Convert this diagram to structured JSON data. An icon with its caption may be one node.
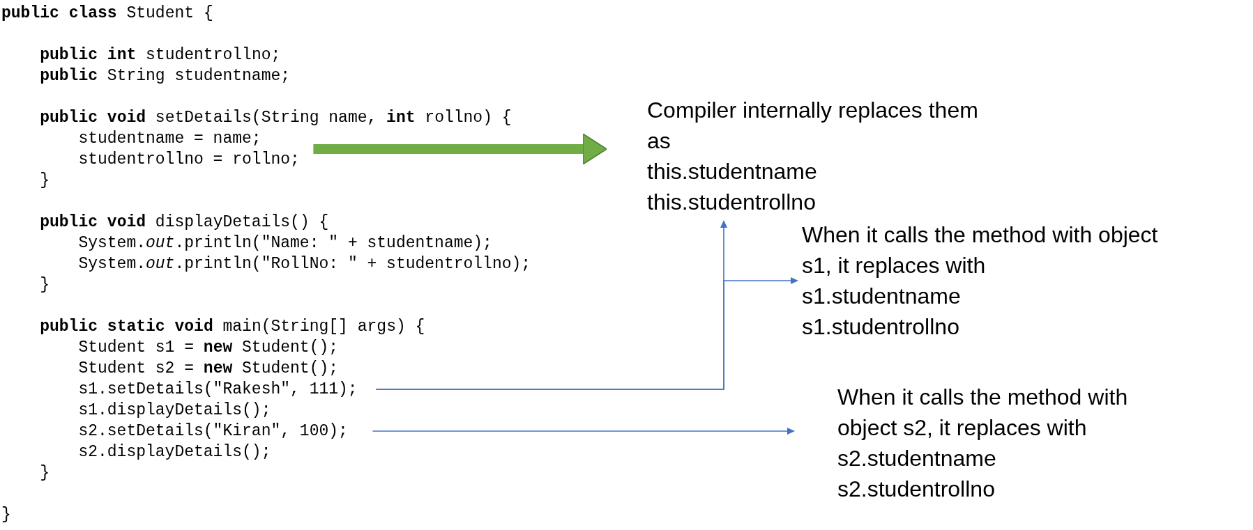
{
  "diagram": {
    "nodes": [
      {
        "text": [
          "studentname = name;",
          "studentrollno = rollno;"
        ]
      },
      {
        "text": [
          "Compiler internally replaces them as",
          "this.studentname",
          "this.studentrollno"
        ]
      },
      {
        "text": [
          "When it calls the method with object s1, it replaces with",
          "s1.studentname",
          "s1.studentrollno"
        ]
      },
      {
        "text": [
          "s1.setDetails(\"Rakesh\", 111);"
        ]
      },
      {
        "text": [
          "When it calls the method with object s2, it replaces with",
          "s2.studentname",
          "s2.studentrollno"
        ]
      },
      {
        "text": [
          "s2.setDetails(\"Kiran\", 100);"
        ]
      }
    ],
    "edges": [
      {
        "from": 0,
        "to": 1,
        "arrow": "to",
        "style": "thick",
        "color": "#70ad47"
      },
      {
        "from": 3,
        "to": 1,
        "arrow": "to"
      },
      {
        "from": 3,
        "to": 2,
        "arrow": "to"
      },
      {
        "from": 5,
        "to": 4,
        "arrow": "to"
      }
    ],
    "labels": [
      "**public** **class** Student {",
      "**public** **int** studentrollno;",
      "**public** String studentname;",
      "**public** **void** setDetails(String name, **int** rollno) {",
      "}",
      "**public** **void** displayDetails() {",
      "System.*out*.println(\"Name: \" + studentname);",
      "System.*out*.println(\"RollNo: \" + studentrollno);",
      "}",
      "**public** **static** **void** main(String[] args) {",
      "Student s1 = **new** Student();",
      "Student s2 = **new** Student();",
      "s1.displayDetails();",
      "s2.displayDetails();",
      "}",
      "}"
    ]
  }
}
